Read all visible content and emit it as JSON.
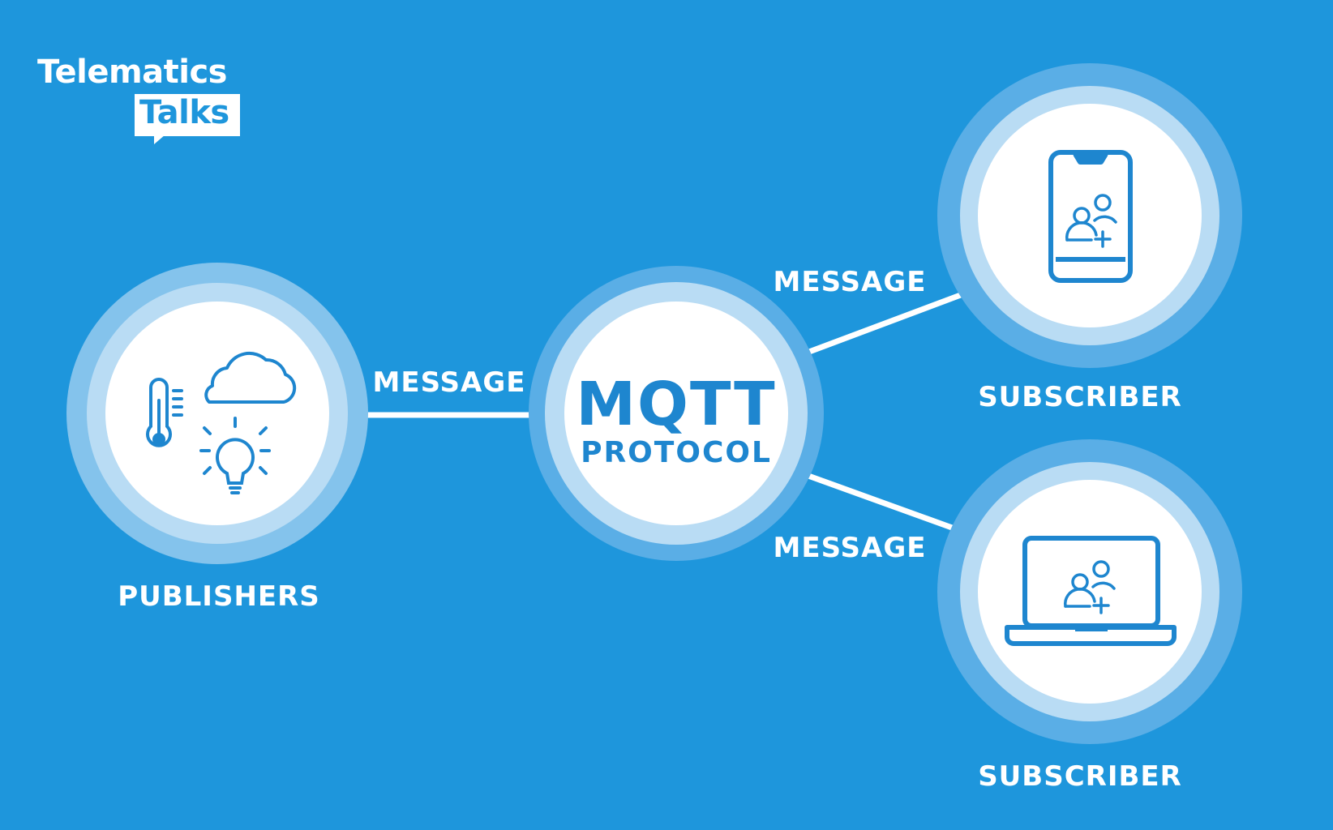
{
  "logo": {
    "line1": "Telematics",
    "line2": "Talks"
  },
  "hub": {
    "title": "MQTT",
    "subtitle": "PROTOCOL"
  },
  "publisher": {
    "label": "PUBLISHERS",
    "icons": [
      "thermometer-icon",
      "cloud-icon",
      "lightbulb-icon"
    ]
  },
  "links": {
    "publisher_to_hub": "MESSAGE",
    "hub_to_subscriber_phone": "MESSAGE",
    "hub_to_subscriber_laptop": "MESSAGE"
  },
  "subscribers": [
    {
      "label": "SUBSCRIBER",
      "device": "smartphone-icon"
    },
    {
      "label": "SUBSCRIBER",
      "device": "laptop-icon"
    }
  ],
  "colors": {
    "background": "#1e96dc",
    "ring_outer": "#5aaee6",
    "ring_inner": "#b9dcf4",
    "icon": "#1e86cf",
    "text": "#ffffff"
  }
}
